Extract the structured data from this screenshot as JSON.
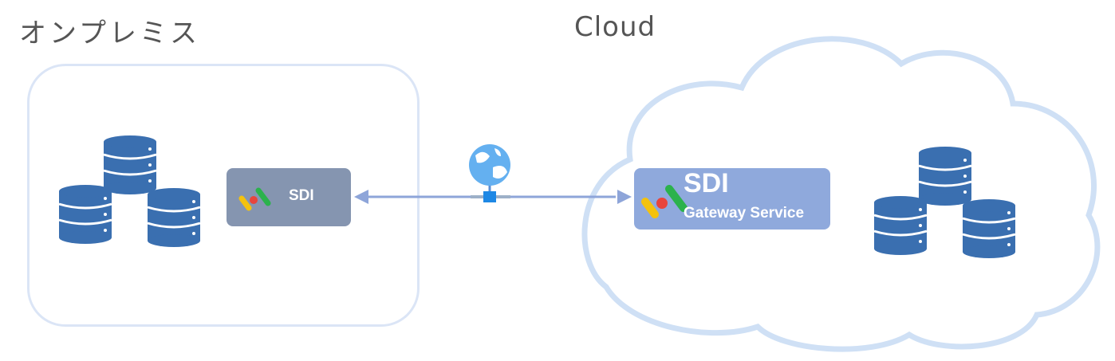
{
  "labels": {
    "onprem": "オンプレミス",
    "cloud": "Cloud"
  },
  "onprem_node": {
    "label": "SDI"
  },
  "cloud_node": {
    "title": "SDI",
    "subtitle": "Gateway Service"
  },
  "icons": [
    "database-icon",
    "globe-icon",
    "sdi-logo-icon",
    "cloud-shape"
  ],
  "colors": {
    "database": "#3a6fb0",
    "connector": "#8ea5d9",
    "onprem_node": "#8595b0",
    "cloud_node": "#8fa9dc",
    "cloud_outline": "#cfe0f5"
  }
}
